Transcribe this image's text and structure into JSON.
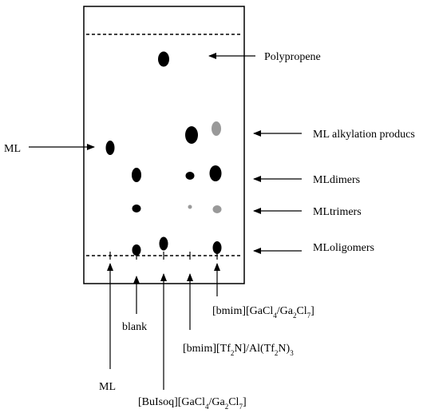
{
  "labels": {
    "polypropene": "Polypropene",
    "alkylation": "ML alkylation producs",
    "dimers": "MLdimers",
    "trimers": "MLtrimers",
    "oligomers": "MLoligomers",
    "ml_left": "ML",
    "lane_ml": "ML",
    "lane_blank": "blank",
    "lane_tf2n": {
      "a": "[bmim][Tf",
      "s1": "2",
      "b": "N]/Al(Tf",
      "s2": "2",
      "c": "N)",
      "s3": "3"
    },
    "lane_buisoq": {
      "a": "[BuIsoq][GaCl",
      "s1": "4",
      "b": "/Ga",
      "s2": "2",
      "c": "Cl",
      "s3": "7",
      "d": "]"
    },
    "lane_bmim": {
      "a": "[bmim][GaCl",
      "s1": "4",
      "b": "/Ga",
      "s2": "2",
      "c": "Cl",
      "s3": "7",
      "d": "]"
    }
  },
  "colors": {
    "spot_dark": "#000000",
    "spot_gray": "#999999",
    "line": "#000000"
  }
}
